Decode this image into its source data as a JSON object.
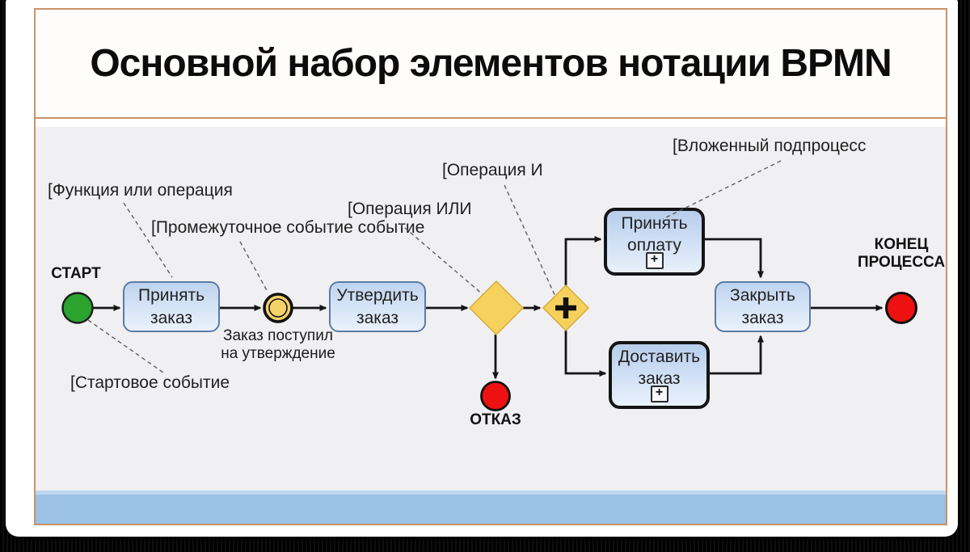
{
  "slide": {
    "title": "Основной набор элементов нотации BPMN"
  },
  "diagram": {
    "labels": {
      "start": "СТАРТ",
      "end": "КОНЕЦ\nПРОЦЕССА",
      "reject": "ОТКАЗ",
      "intermediate_note": "Заказ поступил\nна утверждение"
    },
    "tasks": {
      "accept_order": "Принять\nзаказ",
      "approve_order": "Утвердить\nзаказ",
      "accept_payment": "Принять\nоплату",
      "deliver_order": "Доставить\nзаказ",
      "close_order": "Закрыть\nзаказ"
    },
    "annotations": {
      "function": "[Функция или операция",
      "intermediate_event": "[Промежуточное событие событие",
      "xor": "[Операция ИЛИ",
      "and": "[Операция И",
      "subprocess": "[Вложенный подпроцесс",
      "start_event": "[Стартовое событие"
    },
    "gateway_and_symbol": "+",
    "subprocess_marker": "+"
  },
  "colors": {
    "frame_border": "#C8936B",
    "diagram_background": "#F0EFF1",
    "footer_bar": "#9CC2E5",
    "footer_bar_light": "#BDD7EE",
    "task_border": "#5A7CA6",
    "task_fill_top": "#BFD3EE",
    "task_fill_bottom": "#EAF2FB",
    "gateway_fill": "#F6D15E",
    "start_event_fill": "#2BA32F",
    "end_event_fill": "#EE1111",
    "intermediate_event_fill": "#F4D169",
    "edge_background": "#000000"
  }
}
